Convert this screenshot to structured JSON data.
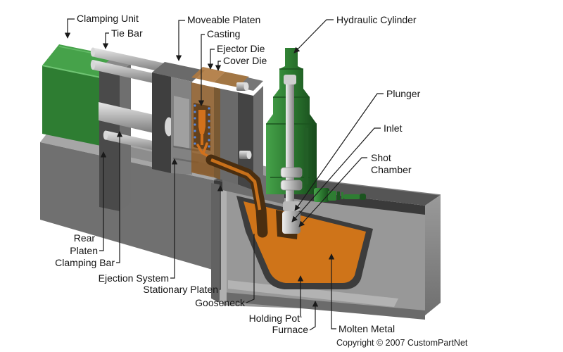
{
  "labels": {
    "clamping_unit": "Clamping Unit",
    "tie_bar": "Tie Bar",
    "moveable_platen": "Moveable Platen",
    "casting": "Casting",
    "ejector_die": "Ejector Die",
    "cover_die": "Cover Die",
    "hydraulic_cylinder": "Hydraulic Cylinder",
    "plunger": "Plunger",
    "inlet": "Inlet",
    "shot_chamber": {
      "line1": "Shot",
      "line2": "Chamber"
    },
    "rear_platen": {
      "line1": "Rear",
      "line2": "Platen"
    },
    "clamping_bar": "Clamping Bar",
    "ejection_system": "Ejection System",
    "stationary_platen": "Stationary Platen",
    "gooseneck": "Gooseneck",
    "holding_pot": "Holding Pot",
    "furnace": "Furnace",
    "molten_metal": "Molten Metal"
  },
  "footer": {
    "copyright": "Copyright © 2007 CustomPartNet"
  },
  "colors": {
    "background": "#ffffff",
    "leader_line": "#1a1a1a",
    "machine_green": "#2e7d32",
    "machine_green_light": "#46a24a",
    "machine_green_dark": "#1b541f",
    "base_gray_front": "#707070",
    "base_gray_top": "#a6a6a6",
    "furnace_inner_gray": "#989898",
    "deck_dark": "#3a3a3a",
    "platen_dark": "#3f3f3f",
    "steel_light": "#e8e8e8",
    "steel_dark": "#7d7d7d",
    "die_bronze": "#8a5a28",
    "die_bronze_top": "#b07a40",
    "die_cavity": "#5f3c18",
    "casting_orange": "#d2711c",
    "molten_metal": "#cf7419",
    "pot_dark": "#3c3c3c",
    "gooseneck_brown": "#4a2e10",
    "ejector_pin_blue": "#5588dd"
  }
}
